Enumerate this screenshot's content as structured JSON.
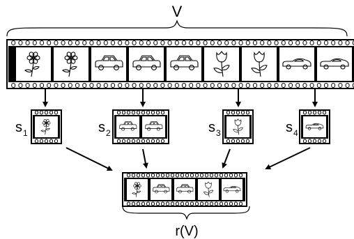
{
  "title_top": "V",
  "title_bottom": "r(V)",
  "colors": {
    "ink": "#000000",
    "film": "#000000",
    "paper": "#ffffff"
  },
  "main_strip": {
    "frames": [
      "flower-icon",
      "flower-icon",
      "car-icon",
      "car-icon",
      "car-icon",
      "tulip-icon",
      "tulip-icon",
      "sports-car-icon",
      "sports-car-icon"
    ]
  },
  "segments": [
    {
      "label_main": "s",
      "label_sub": "1",
      "frames": [
        "flower-icon"
      ]
    },
    {
      "label_main": "s",
      "label_sub": "2",
      "frames": [
        "car-icon",
        "car-icon"
      ]
    },
    {
      "label_main": "s",
      "label_sub": "3",
      "frames": [
        "tulip-icon"
      ]
    },
    {
      "label_main": "s",
      "label_sub": "4",
      "frames": [
        "sports-car-icon"
      ]
    }
  ],
  "result_strip": {
    "frames": [
      "flower-icon",
      "car-icon",
      "car-icon",
      "tulip-icon",
      "sports-car-icon"
    ]
  }
}
